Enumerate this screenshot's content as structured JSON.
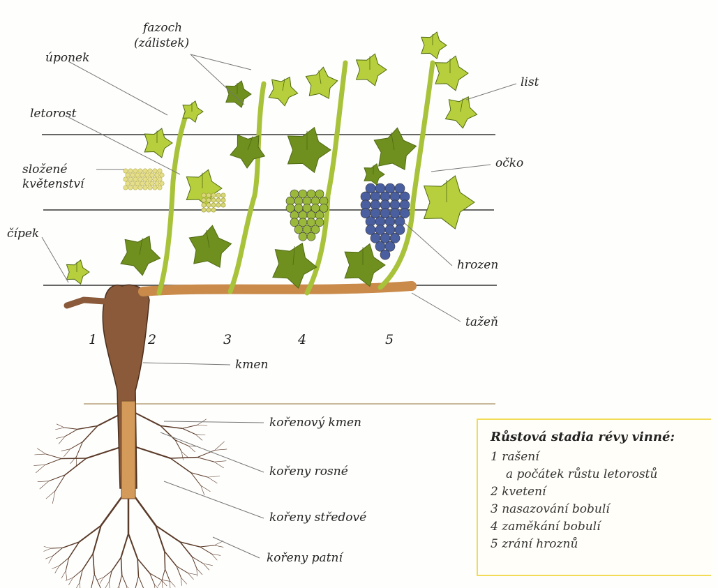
{
  "labels": {
    "uponek": "úponek",
    "fazoch": "fazoch",
    "zalistek": "(zálistek)",
    "letorost": "letorost",
    "slozene": "složené",
    "kvetenstvi": "květenství",
    "cipek": "čípek",
    "list": "list",
    "ocko": "očko",
    "hrozen": "hrozen",
    "tazen": "tažeň",
    "kmen": "kmen",
    "korenovy_kmen": "kořenový kmen",
    "koreny_rosne": "kořeny rosné",
    "koreny_stredove": "kořeny středové",
    "koreny_patni": "kořeny patní"
  },
  "stage_numbers": [
    "1",
    "2",
    "3",
    "4",
    "5"
  ],
  "legend": {
    "title": "Růstová stadia révy vinné:",
    "items": [
      "1 rašení",
      "a počátek růstu letorostů",
      "2 kvetení",
      "3 nasazování bobulí",
      "4 zaměkání bobulí",
      "5 zrání hroznů"
    ]
  },
  "colors": {
    "wire": "#333333",
    "trunk": "#8a5a3a",
    "cane": "#c98a4a",
    "shoot": "#a8c23a",
    "leaf": "#b7cf3c",
    "leaf_dark": "#6f8f1e",
    "green_grapes": "#9ab83a",
    "blue_grapes": "#4a5f9f",
    "root": "#5a3a28",
    "legend_border": "#f2dc55"
  }
}
